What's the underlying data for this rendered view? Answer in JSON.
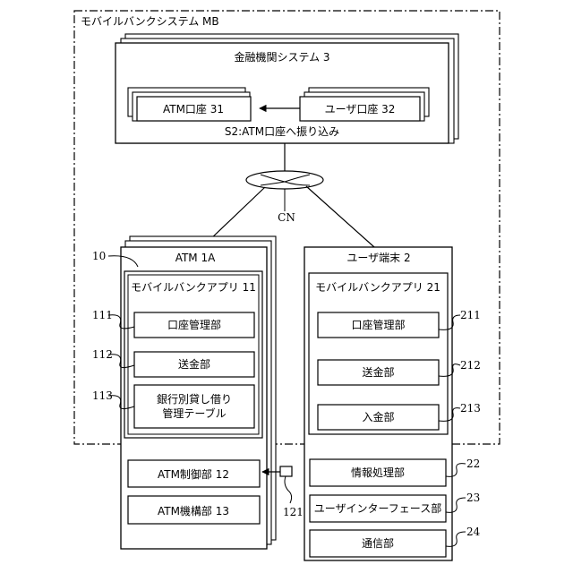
{
  "system": {
    "label": "モバイルバンクシステム MB"
  },
  "bank": {
    "label": "金融機関システム 3",
    "atm_account": "ATM口座 31",
    "user_account": "ユーザ口座 32",
    "transfer": "S2:ATM口座へ振り込み"
  },
  "network": {
    "label": "CN"
  },
  "atm": {
    "label": "ATM 1A",
    "ref": "10",
    "app": "モバイルバンクアプリ 11",
    "modules": [
      {
        "label": "口座管理部",
        "ref": "111"
      },
      {
        "label": "送金部",
        "ref": "112"
      },
      {
        "label": "銀行別貸し借り\n管理テーブル",
        "ref": "113"
      }
    ],
    "control": "ATM制御部 12",
    "mechanism": "ATM機構部 13",
    "sensor_ref": "121"
  },
  "user": {
    "label": "ユーザ端末 2",
    "app": "モバイルバンクアプリ 21",
    "modules": [
      {
        "label": "口座管理部",
        "ref": "211"
      },
      {
        "label": "送金部",
        "ref": "212"
      },
      {
        "label": "入金部",
        "ref": "213"
      }
    ],
    "units": [
      {
        "label": "情報処理部",
        "ref": "22"
      },
      {
        "label": "ユーザインターフェース部",
        "ref": "23"
      },
      {
        "label": "通信部",
        "ref": "24"
      }
    ]
  }
}
